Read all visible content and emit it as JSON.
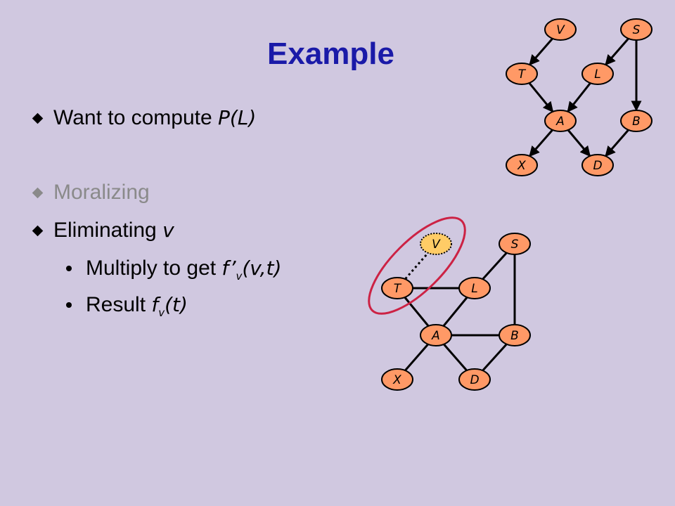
{
  "title": "Example",
  "bullets": [
    {
      "lead": "Want to compute ",
      "math": "P(L)"
    },
    {
      "text": "Moralizing"
    },
    {
      "lead": "Eliminating ",
      "math": "v"
    }
  ],
  "sub_bullets": [
    {
      "lead": "Multiply to get ",
      "f": "f’",
      "sub": "v",
      "args": "(v,t)"
    },
    {
      "lead": "Result ",
      "f": "f",
      "sub": "v",
      "args": "(t)"
    }
  ],
  "colors": {
    "background": "#d0c8e0",
    "title": "#1a1aa8",
    "node_fill": "#ff9966",
    "highlight_fill": "#ffcc66",
    "ellipse_stroke": "#cc2244"
  },
  "directed_graph": {
    "nodes": [
      "V",
      "S",
      "T",
      "L",
      "A",
      "B",
      "X",
      "D"
    ],
    "edges": [
      [
        "V",
        "T"
      ],
      [
        "S",
        "L"
      ],
      [
        "S",
        "B"
      ],
      [
        "T",
        "A"
      ],
      [
        "L",
        "A"
      ],
      [
        "A",
        "X"
      ],
      [
        "A",
        "D"
      ],
      [
        "B",
        "D"
      ]
    ]
  },
  "moral_graph": {
    "nodes": [
      "V",
      "S",
      "T",
      "L",
      "A",
      "B",
      "X",
      "D"
    ],
    "edges": [
      [
        "T",
        "L"
      ],
      [
        "S",
        "L"
      ],
      [
        "S",
        "B"
      ],
      [
        "T",
        "A"
      ],
      [
        "L",
        "A"
      ],
      [
        "A",
        "B"
      ],
      [
        "A",
        "X"
      ],
      [
        "A",
        "D"
      ],
      [
        "B",
        "D"
      ]
    ],
    "dotted_edges": [
      [
        "V",
        "T"
      ]
    ],
    "highlighted_node": "V"
  }
}
